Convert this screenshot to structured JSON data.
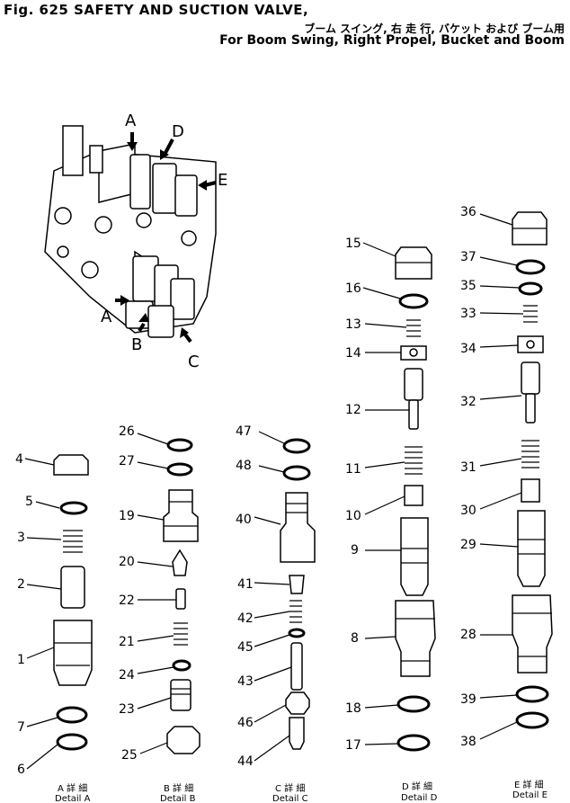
{
  "header": {
    "title": "Fig. 625  SAFETY AND SUCTION VALVE,",
    "subtitle_jp": "ブーム スイング, 右 走 行, バケット および ブーム用",
    "subtitle_en": "For Boom Swing, Right Propel, Bucket and Boom"
  },
  "assembly_arrows": [
    "A",
    "D",
    "E",
    "A",
    "B",
    "C"
  ],
  "details": {
    "A": {
      "caption_jp": "A 詳 細",
      "caption_en": "Detail A",
      "parts": [
        "4",
        "5",
        "3",
        "2",
        "1",
        "7",
        "6"
      ]
    },
    "B": {
      "caption_jp": "B 詳 細",
      "caption_en": "Detail B",
      "parts": [
        "26",
        "27",
        "19",
        "20",
        "22",
        "21",
        "24",
        "23",
        "25"
      ]
    },
    "C": {
      "caption_jp": "C 詳 細",
      "caption_en": "Detail C",
      "parts": [
        "47",
        "48",
        "40",
        "41",
        "42",
        "45",
        "43",
        "46",
        "44"
      ]
    },
    "D": {
      "caption_jp": "D 詳 細",
      "caption_en": "Detail D",
      "parts": [
        "15",
        "16",
        "13",
        "14",
        "12",
        "11",
        "10",
        "9",
        "8",
        "18",
        "17"
      ]
    },
    "E": {
      "caption_jp": "E 詳 細",
      "caption_en": "Detail E",
      "parts": [
        "36",
        "37",
        "35",
        "33",
        "34",
        "32",
        "31",
        "30",
        "29",
        "28",
        "39",
        "38"
      ]
    }
  }
}
